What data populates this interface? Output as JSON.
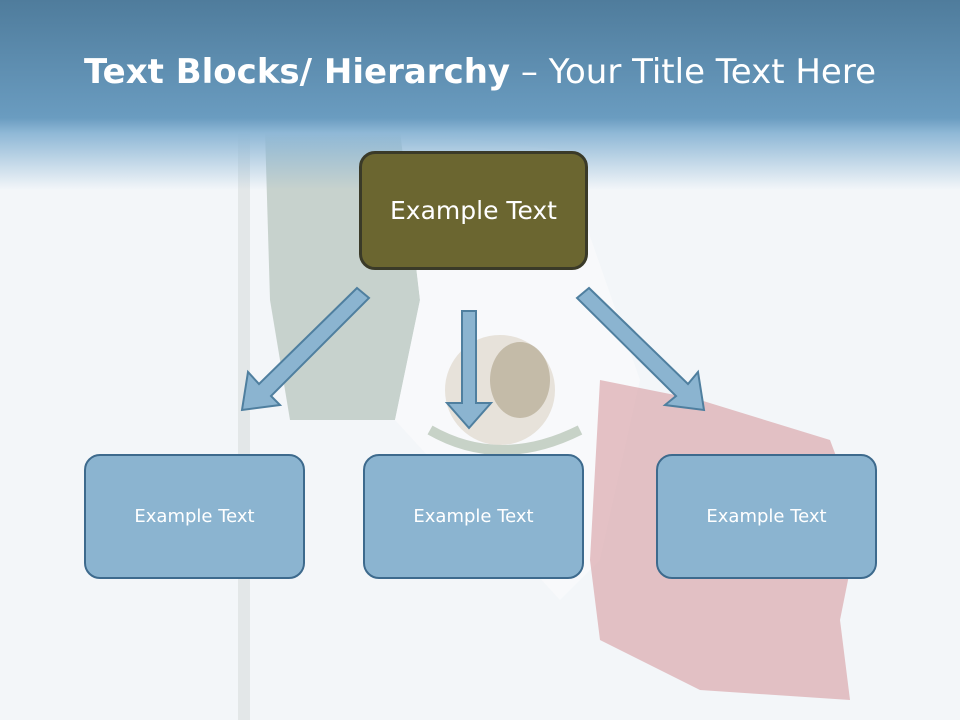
{
  "title": {
    "bold": "Text Blocks/ Hierarchy",
    "dash": " – ",
    "light": "Your Title Text Here"
  },
  "diagram": {
    "top": {
      "label": "Example Text",
      "fill": "#6b6630"
    },
    "children": [
      {
        "label": "Example Text"
      },
      {
        "label": "Example Text"
      },
      {
        "label": "Example Text"
      }
    ],
    "child_fill": "#8bb4d0",
    "arrow_fill": "#8bb4d0"
  },
  "background": {
    "description_hidden": true,
    "flag_colors": [
      "#7c9a82",
      "#ffffff",
      "#c94b52"
    ]
  }
}
